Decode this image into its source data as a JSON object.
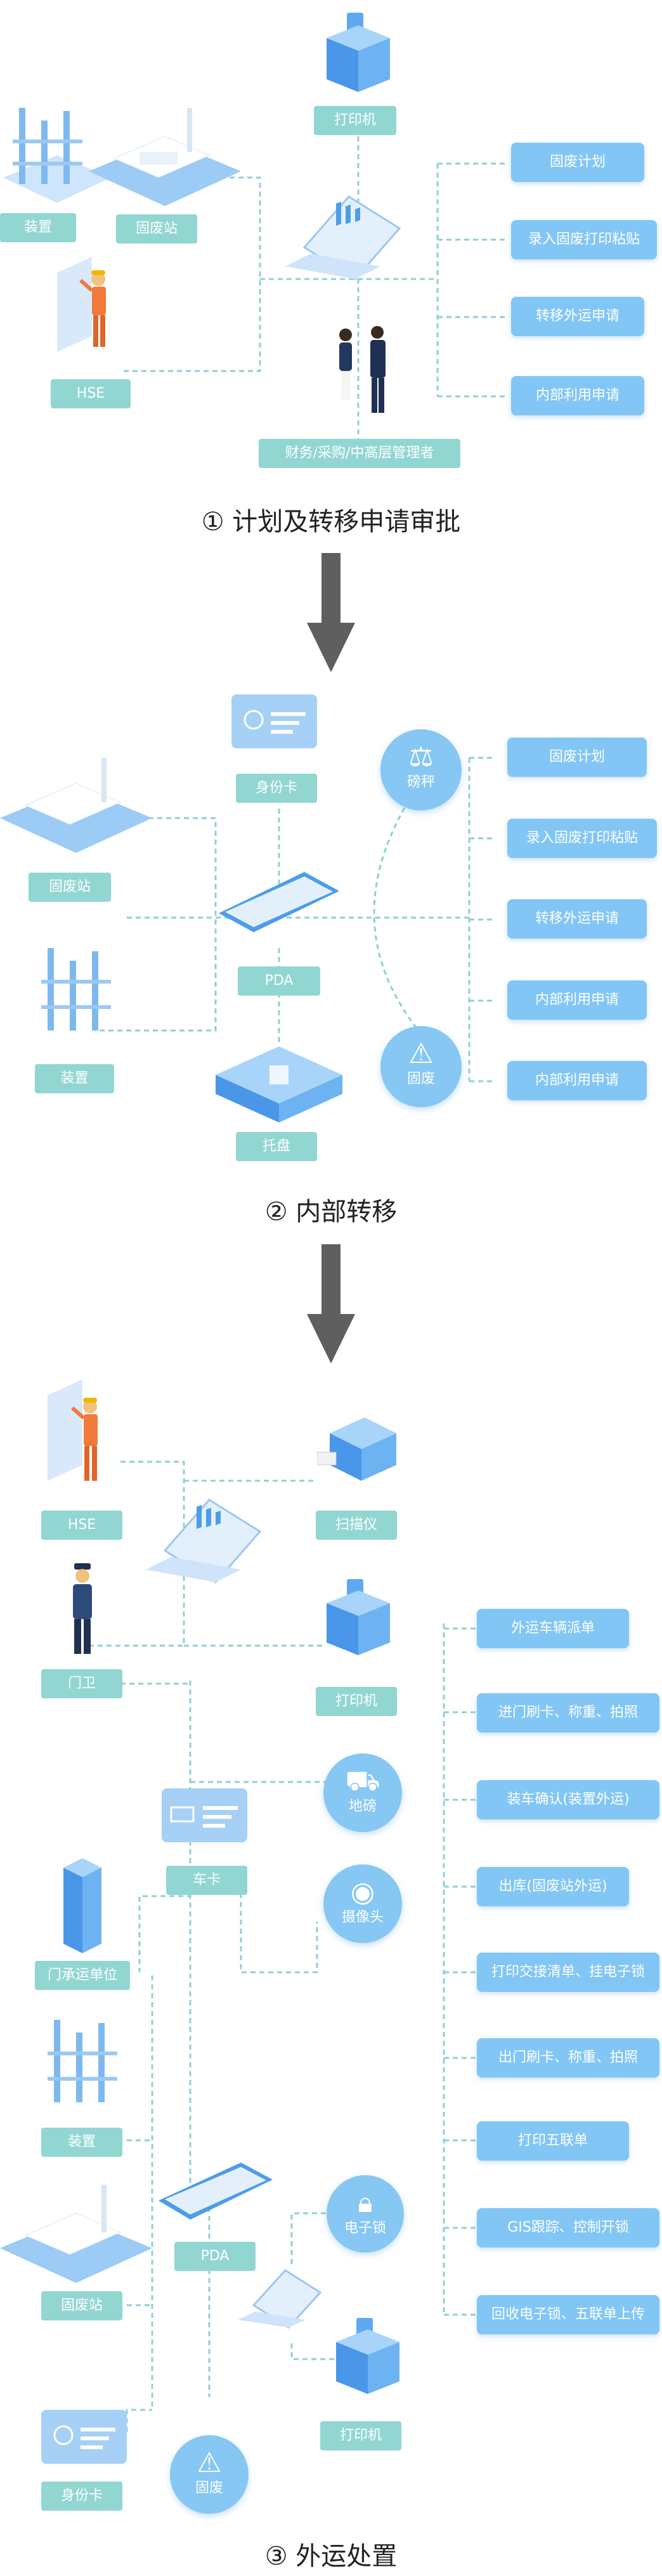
{
  "section1": {
    "title": "① 计划及转移申请审批",
    "nodes": {
      "printer": "打印机",
      "device": "装置",
      "station": "固废站",
      "hse": "HSE",
      "managers": "财务/采购/中高层管理者"
    },
    "items": [
      "固废计划",
      "录入固废打印粘贴",
      "转移外运申请",
      "内部利用申请"
    ]
  },
  "section2": {
    "title": "② 内部转移",
    "nodes": {
      "idcard": "身份卡",
      "station": "固废站",
      "pda": "PDA",
      "device": "装置",
      "pallet": "托盘",
      "scale": "磅秤",
      "waste": "固废"
    },
    "items": [
      "固废计划",
      "录入固废打印粘贴",
      "转移外运申请",
      "内部利用申请",
      "内部利用申请"
    ]
  },
  "section3": {
    "title": "③ 外运处置",
    "nodes": {
      "hse": "HSE",
      "scanner": "扫描仪",
      "guard": "门卫",
      "printer": "打印机",
      "weighbridge": "地磅",
      "truckcard": "车卡",
      "camera": "摄像头",
      "carrier": "门承运单位",
      "device": "装置",
      "pda": "PDA",
      "lock": "电子锁",
      "station": "固废站",
      "printer2": "打印机",
      "idcard": "身份卡",
      "waste": "固废"
    },
    "items": [
      "外运车辆派单",
      "进门刷卡、称重、拍照",
      "装车确认(装置外运)",
      "出库(固废站外运)",
      "打印交接清单、挂电子锁",
      "出门刷卡、称重、拍照",
      "打印五联单",
      "GIS跟踪、控制开锁",
      "回收电子锁、五联单上传"
    ]
  },
  "colors": {
    "teal_label": "#92d6d2",
    "blue_box": "#82c6f5",
    "dashed_line": "#8fd0d3",
    "arrow": "#5f5f5f"
  }
}
